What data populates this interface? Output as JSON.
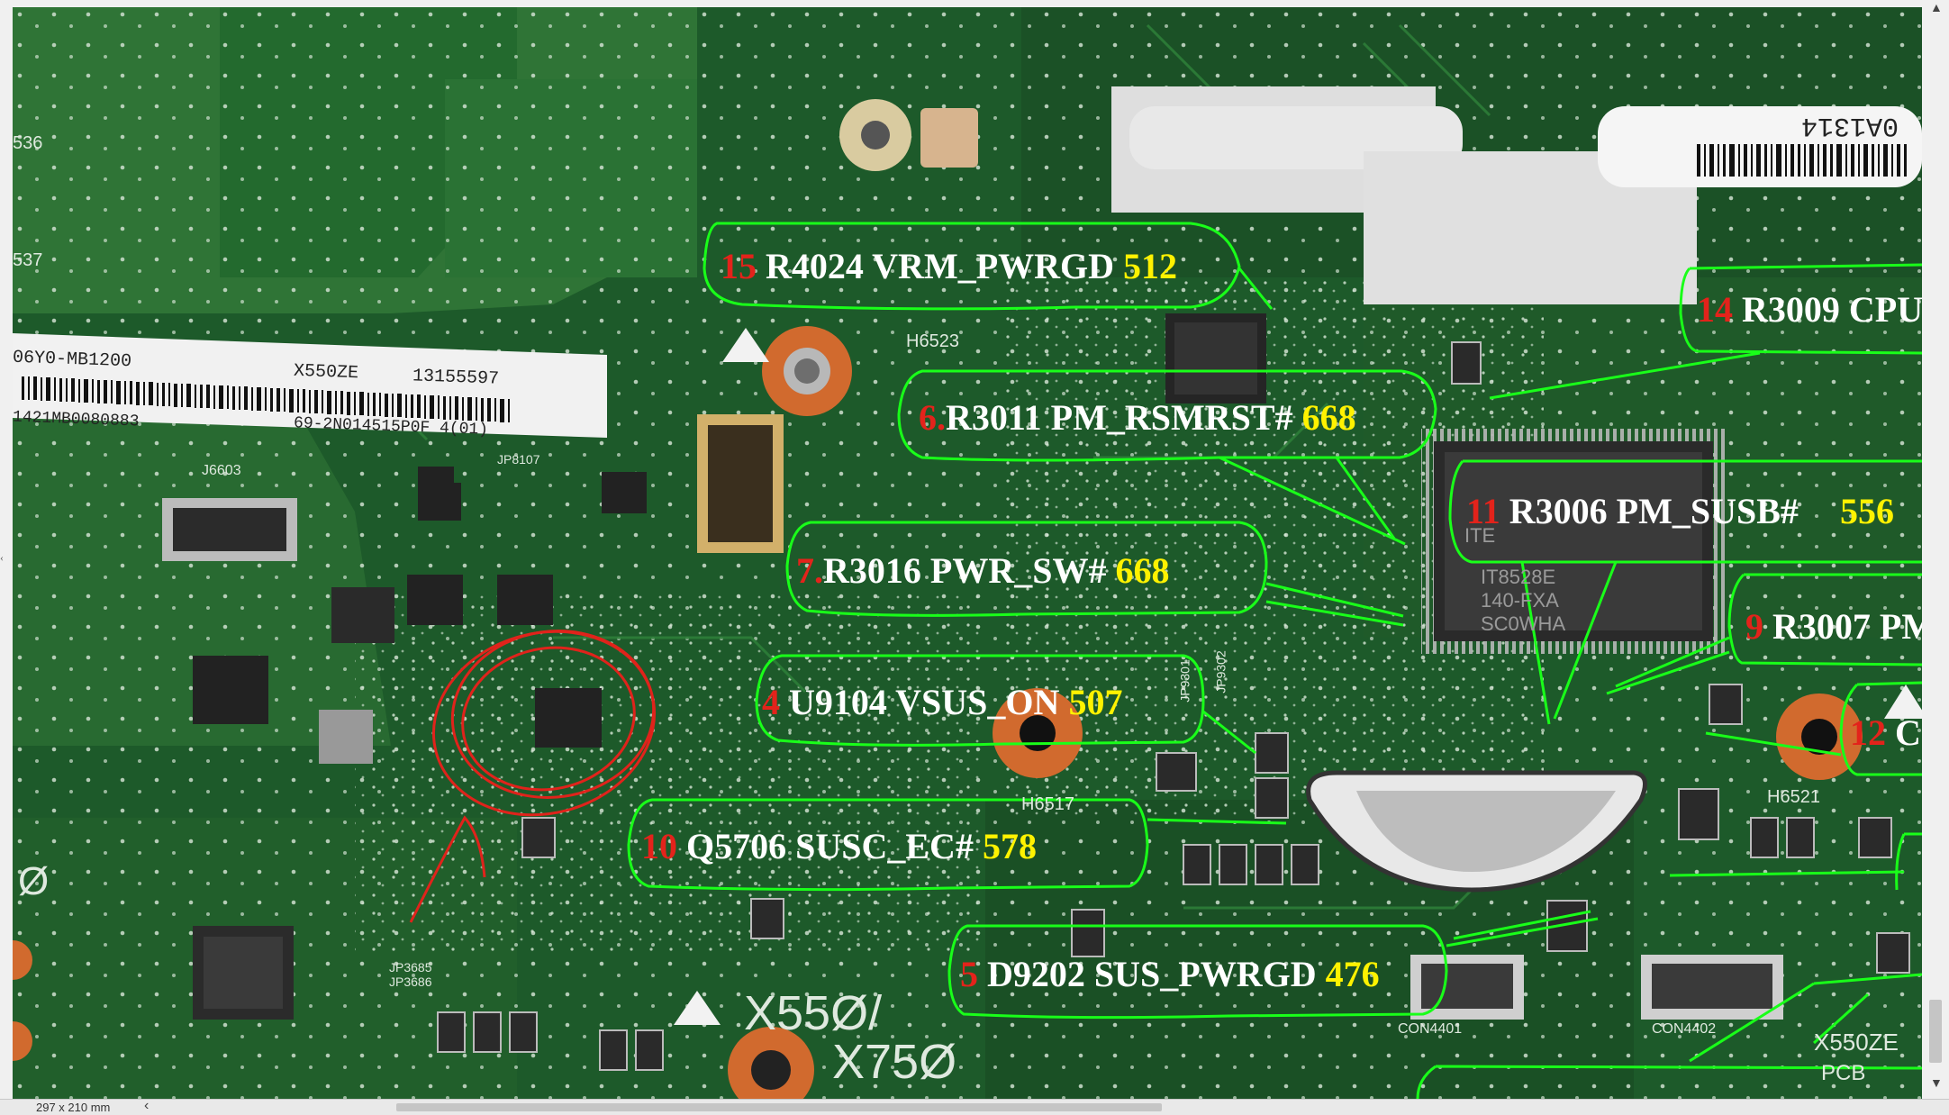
{
  "silkscreen": {
    "h6523": "H6523",
    "h6517": "H6517",
    "h6521": "H6521",
    "j6603": "J6603",
    "jp8107": "JP8107",
    "jp3685": "JP3685",
    "jp3686": "JP3686",
    "jp9301": "JP9301",
    "jp9302": "JP9302",
    "con4401": "CON4401",
    "con4402": "CON4402",
    "model_a": "X55Ø/",
    "model_b": "X75Ø",
    "model_c": "X550ZE",
    "pcb": "PCB",
    "zero": "Ø",
    "edge_536": "536",
    "edge_537": "537",
    "chip_line1": "IT8528E",
    "chip_line2": "140-FXA",
    "chip_line3": "SC0WHA",
    "chip_prefix": "ITE"
  },
  "sticker_left": {
    "line1a": "06Y0-MB1200",
    "line1b": "X550ZE",
    "line1c": "13155597",
    "line2": "1421MB0080883",
    "line3": "69-2N014515P0F 4(01)"
  },
  "sticker_right": {
    "code": "0A1314"
  },
  "annotations": [
    {
      "id": "15",
      "num": "15",
      "ref": "R4024 VRM_PWRGD",
      "val": "512"
    },
    {
      "id": "14",
      "num": "14",
      "ref": "R3009 CPU",
      "val": ""
    },
    {
      "id": "6",
      "num": "6.",
      "ref": "R3011 PM_RSMRST#",
      "val": "668"
    },
    {
      "id": "11",
      "num": "11",
      "ref": "R3006 PM_SUSB#",
      "val": "556"
    },
    {
      "id": "7",
      "num": "7.",
      "ref": "R3016 PWR_SW#",
      "val": "668"
    },
    {
      "id": "9",
      "num": "9",
      "ref": "R3007 PM",
      "val": ""
    },
    {
      "id": "4",
      "num": "4",
      "ref": "U9104 VSUS_ON",
      "val": "507"
    },
    {
      "id": "12",
      "num": "12",
      "ref": "C",
      "val": ""
    },
    {
      "id": "10",
      "num": "10",
      "ref": "Q5706 SUSC_EC#",
      "val": "578"
    },
    {
      "id": "5",
      "num": "5",
      "ref": "D9202 SUS_PWRGD",
      "val": "476"
    }
  ],
  "statusbar": {
    "page_size": "297 x 210 mm",
    "scroll_left": "‹"
  },
  "colors": {
    "board": "#1d5a2a",
    "callout_outline": "#19ff19",
    "number": "#e3231b",
    "reference": "#ffffff",
    "value": "#fff200",
    "freehand_mark": "#e0231b"
  },
  "icons": {
    "scroll_up": "▲",
    "scroll_down": "▼",
    "side_arrow": "‹"
  }
}
